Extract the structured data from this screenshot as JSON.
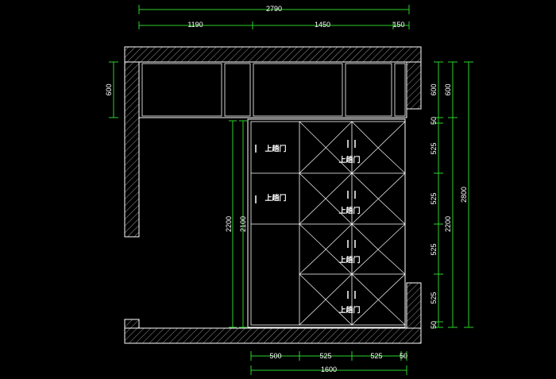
{
  "dimensions_top": {
    "overall": "2790",
    "seg1": "1190",
    "seg2": "1450",
    "seg3": "150"
  },
  "dimensions_bottom": {
    "seg1": "500",
    "seg2": "525",
    "seg3": "525",
    "seg4": "50",
    "overall": "1600"
  },
  "dimensions_left": {
    "upper": "600",
    "cab_a": "2200",
    "cab_b": "2100"
  },
  "dimensions_right": {
    "r1": "600",
    "r2": "50",
    "r3": "525",
    "r4": "525",
    "r5": "525",
    "r6": "525",
    "r7": "50",
    "outer_upper": "600",
    "outer_mid": "2200",
    "overall": "2800"
  },
  "door_labels": {
    "d1": "上趟门",
    "d2": "上趟门",
    "d3": "上趟门",
    "d4": "上趟门",
    "d5": "上趟门",
    "d6": "上趟门"
  },
  "colors": {
    "background": "#000000",
    "dimension_line": "#2bd22b",
    "drawing_line": "#ffffff"
  }
}
